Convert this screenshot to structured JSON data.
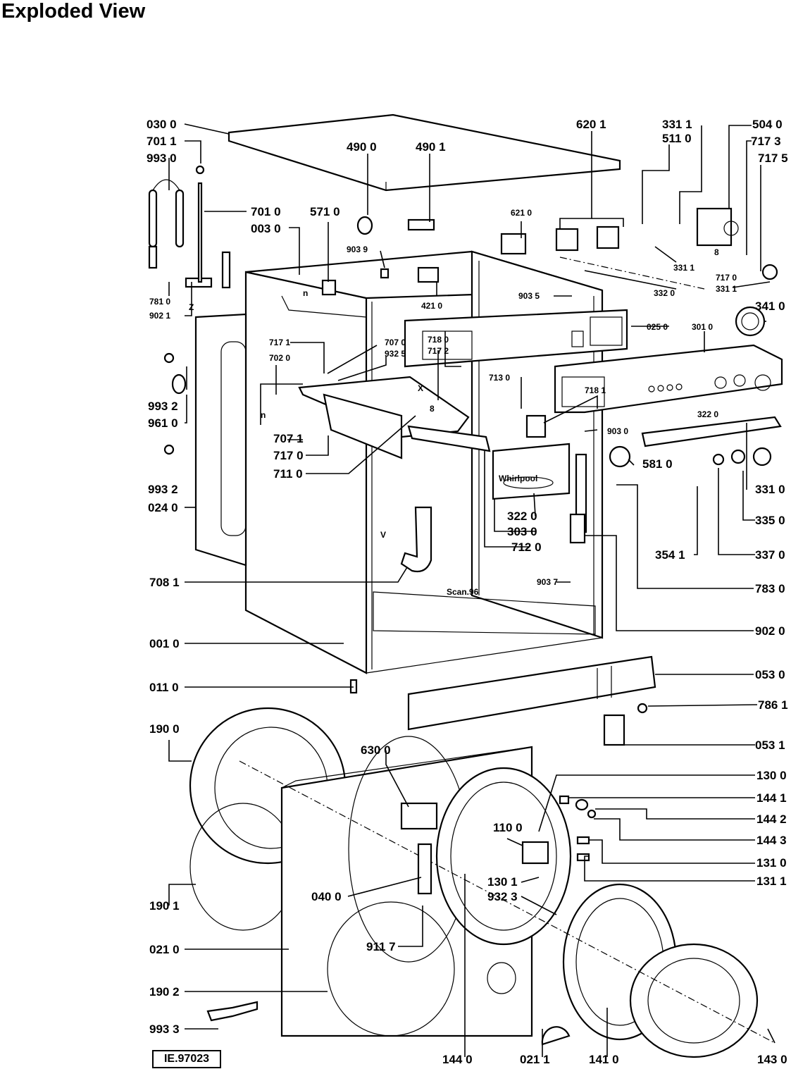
{
  "title": "Exploded View",
  "reference": "IE.97023",
  "callouts": {
    "c0300": "030 0",
    "c7011": "701 1",
    "c9930": "993 0",
    "c7010": "701 0",
    "c0030": "003 0",
    "c5710": "571 0",
    "c4900": "490 0",
    "c4901": "490 1",
    "c6201": "620 1",
    "c3311a": "331 1",
    "c5110": "511 0",
    "c5040": "504 0",
    "c7173": "717 3",
    "c7175": "717 5",
    "c6210": "621 0",
    "c9039": "903 9",
    "c3311b": "331 1",
    "c7170a": "717 0",
    "c3311c": "331 1",
    "c3320": "332 0",
    "c7810": "781 0",
    "c9021": "902 1",
    "c4210": "421 0",
    "c9035": "903 5",
    "c3410": "341 0",
    "c0250": "025 0",
    "c3010": "301 0",
    "c7171": "717 1",
    "c7020": "702 0",
    "c7070": "707 0",
    "c9325": "932 5",
    "c7180": "718 0",
    "c7172": "717 2",
    "c7130": "713 0",
    "c7181": "718 1",
    "c9932a": "993 2",
    "c9610": "961 0",
    "c7071": "707 1",
    "c7170b": "717 0",
    "c7110": "711 0",
    "c3220a": "322 0",
    "c9030": "903 0",
    "c5810": "581 0",
    "c3310": "331 0",
    "c9932b": "993 2",
    "c0240": "024 0",
    "c3220b": "322 0",
    "c3030": "303 0",
    "c7120": "712 0",
    "c3350": "335 0",
    "c3541": "354 1",
    "c3370": "337 0",
    "c7081": "708 1",
    "c9037": "903 7",
    "c7830": "783 0",
    "c9020": "902 0",
    "c0010": "001 0",
    "c0530": "053 0",
    "c0110": "011 0",
    "c7861": "786 1",
    "c1900": "190 0",
    "c6300": "630 0",
    "c0531": "053 1",
    "c1300": "130 0",
    "c1441": "144 1",
    "c1442": "144 2",
    "c1100": "110 0",
    "c1443": "144 3",
    "c1310": "131 0",
    "c1301": "130 1",
    "c9323": "932 3",
    "c1311": "131 1",
    "c0400": "040 0",
    "c1901": "190 1",
    "c9117": "911 7",
    "c0210": "021 0",
    "c1902": "190 2",
    "c9933": "993 3",
    "c1440": "144 0",
    "c0211": "021 1",
    "c1410": "141 0",
    "c1430": "143 0"
  },
  "markings": {
    "n1": "n",
    "n2": "n",
    "z": "Z",
    "x": "X",
    "v": "V",
    "eight1": "8",
    "eight2": "8",
    "brand": "Whirlpool",
    "sign": "Scan.96"
  }
}
